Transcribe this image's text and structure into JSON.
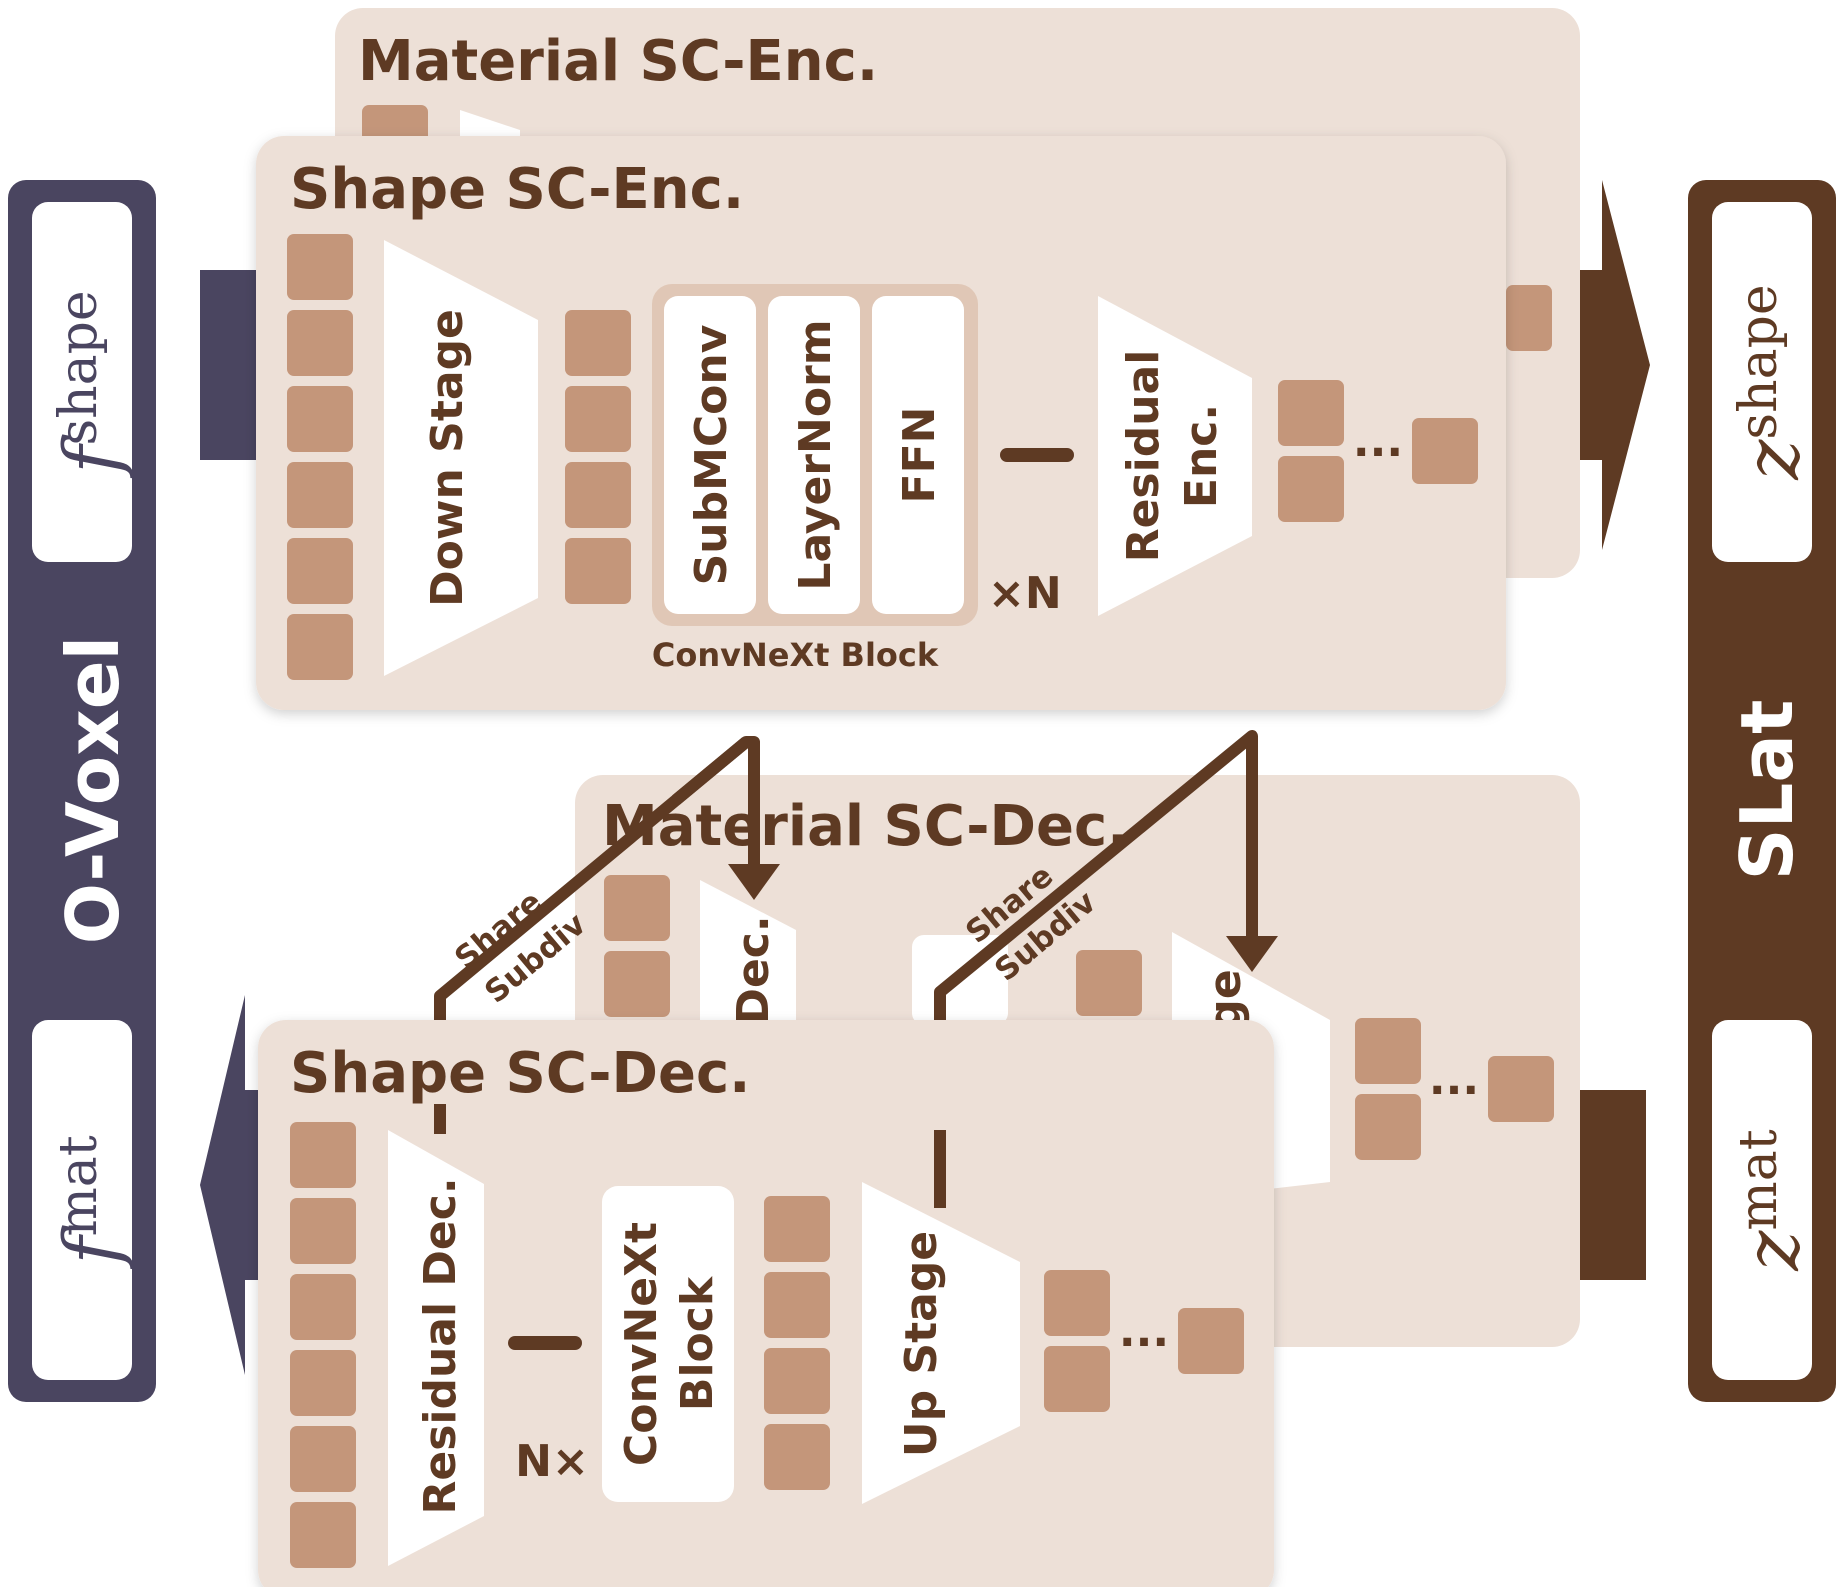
{
  "left_panel": {
    "label": "O-Voxel",
    "top_var": "f",
    "top_sup": "shape",
    "bottom_var": "f",
    "bottom_sup": "mat"
  },
  "right_panel": {
    "label": "SLat",
    "top_var": "z",
    "top_sup": "shape",
    "bottom_var": "z",
    "bottom_sup": "mat"
  },
  "material_encoder": {
    "title": "Material SC-Enc."
  },
  "shape_encoder": {
    "title": "Shape SC-Enc.",
    "down_stage": "Down Stage",
    "block_items": [
      "SubMConv",
      "LayerNorm",
      "FFN"
    ],
    "block_caption": "ConvNeXt Block",
    "repeat": "×N",
    "residual_line1": "Residual",
    "residual_line2": "Enc.",
    "dots": "..."
  },
  "material_decoder": {
    "title": "Material SC-Dec.",
    "partial_dec": "Dec.",
    "partial_up": "ge",
    "dots": "..."
  },
  "shape_decoder": {
    "title": "Shape SC-Dec.",
    "residual": "Residual Dec.",
    "repeat": "N×",
    "block_line1": "ConvNeXt",
    "block_line2": "Block",
    "up_stage": "Up Stage",
    "dots": "..."
  },
  "share_subdiv": {
    "share": "Share",
    "subdiv": "Subdiv"
  },
  "colors": {
    "panel_fill": "#ede0d7",
    "cube": "#c4967a",
    "brown": "#5e3a23",
    "purple": "#4a4560",
    "white": "#ffffff"
  }
}
